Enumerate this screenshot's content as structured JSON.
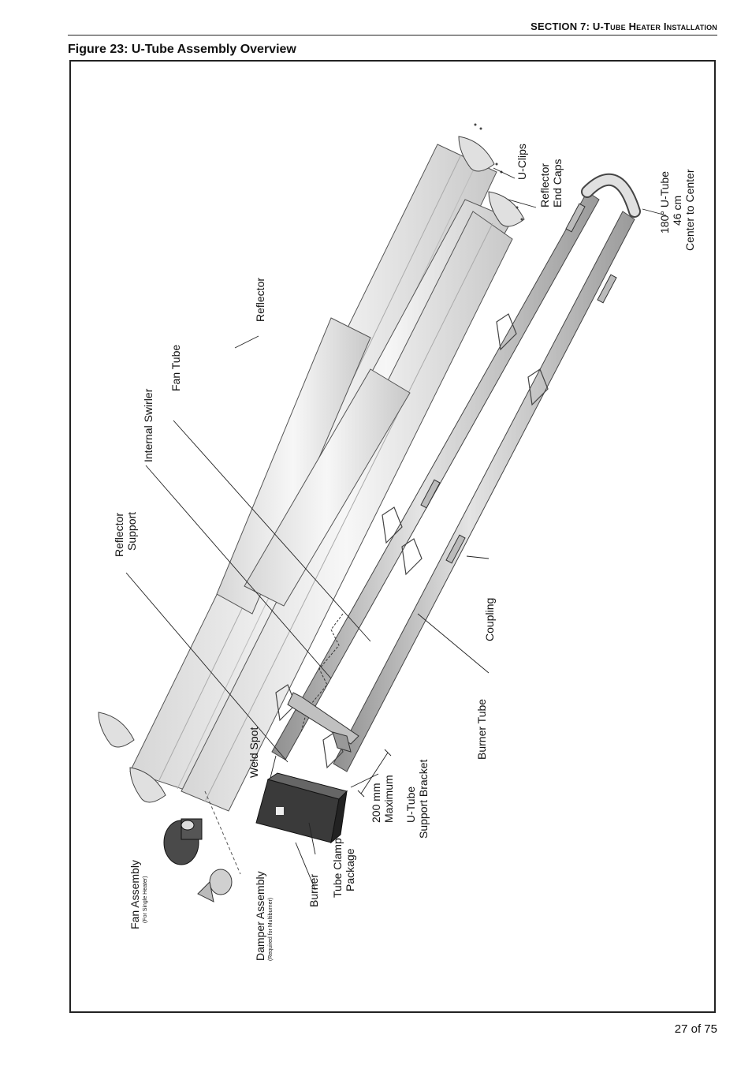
{
  "header": {
    "section_prefix": "SECTION 7:",
    "section_title": "U-Tube Heater Installation"
  },
  "figure": {
    "title": "Figure 23: U-Tube Assembly Overview"
  },
  "labels": {
    "u_clips": "U-Clips",
    "reflector_end_caps_1": "Reflector",
    "reflector_end_caps_2": "End Caps",
    "u_tube_1": "180° U-Tube",
    "u_tube_2": "46 cm",
    "u_tube_3": "Center to Center",
    "reflector": "Reflector",
    "fan_tube": "Fan Tube",
    "internal_swirler": "Internal Swirler",
    "reflector_support_1": "Reflector",
    "reflector_support_2": "Support",
    "coupling": "Coupling",
    "burner_tube": "Burner Tube",
    "weld_spot": "Weld Spot",
    "u_tube_support_bracket_1": "U-Tube",
    "u_tube_support_bracket_2": "Support Bracket",
    "max_1": "200 mm",
    "max_2": "Maximum",
    "tube_clamp_1": "Tube Clamp",
    "tube_clamp_2": "Package",
    "burner": "Burner",
    "damper_assembly": "Damper Assembly",
    "damper_note": "(Required for Multiburner)",
    "fan_assembly": "Fan Assembly",
    "fan_note": "(For Single Heater)"
  },
  "footer": {
    "page": "27 of 75"
  }
}
